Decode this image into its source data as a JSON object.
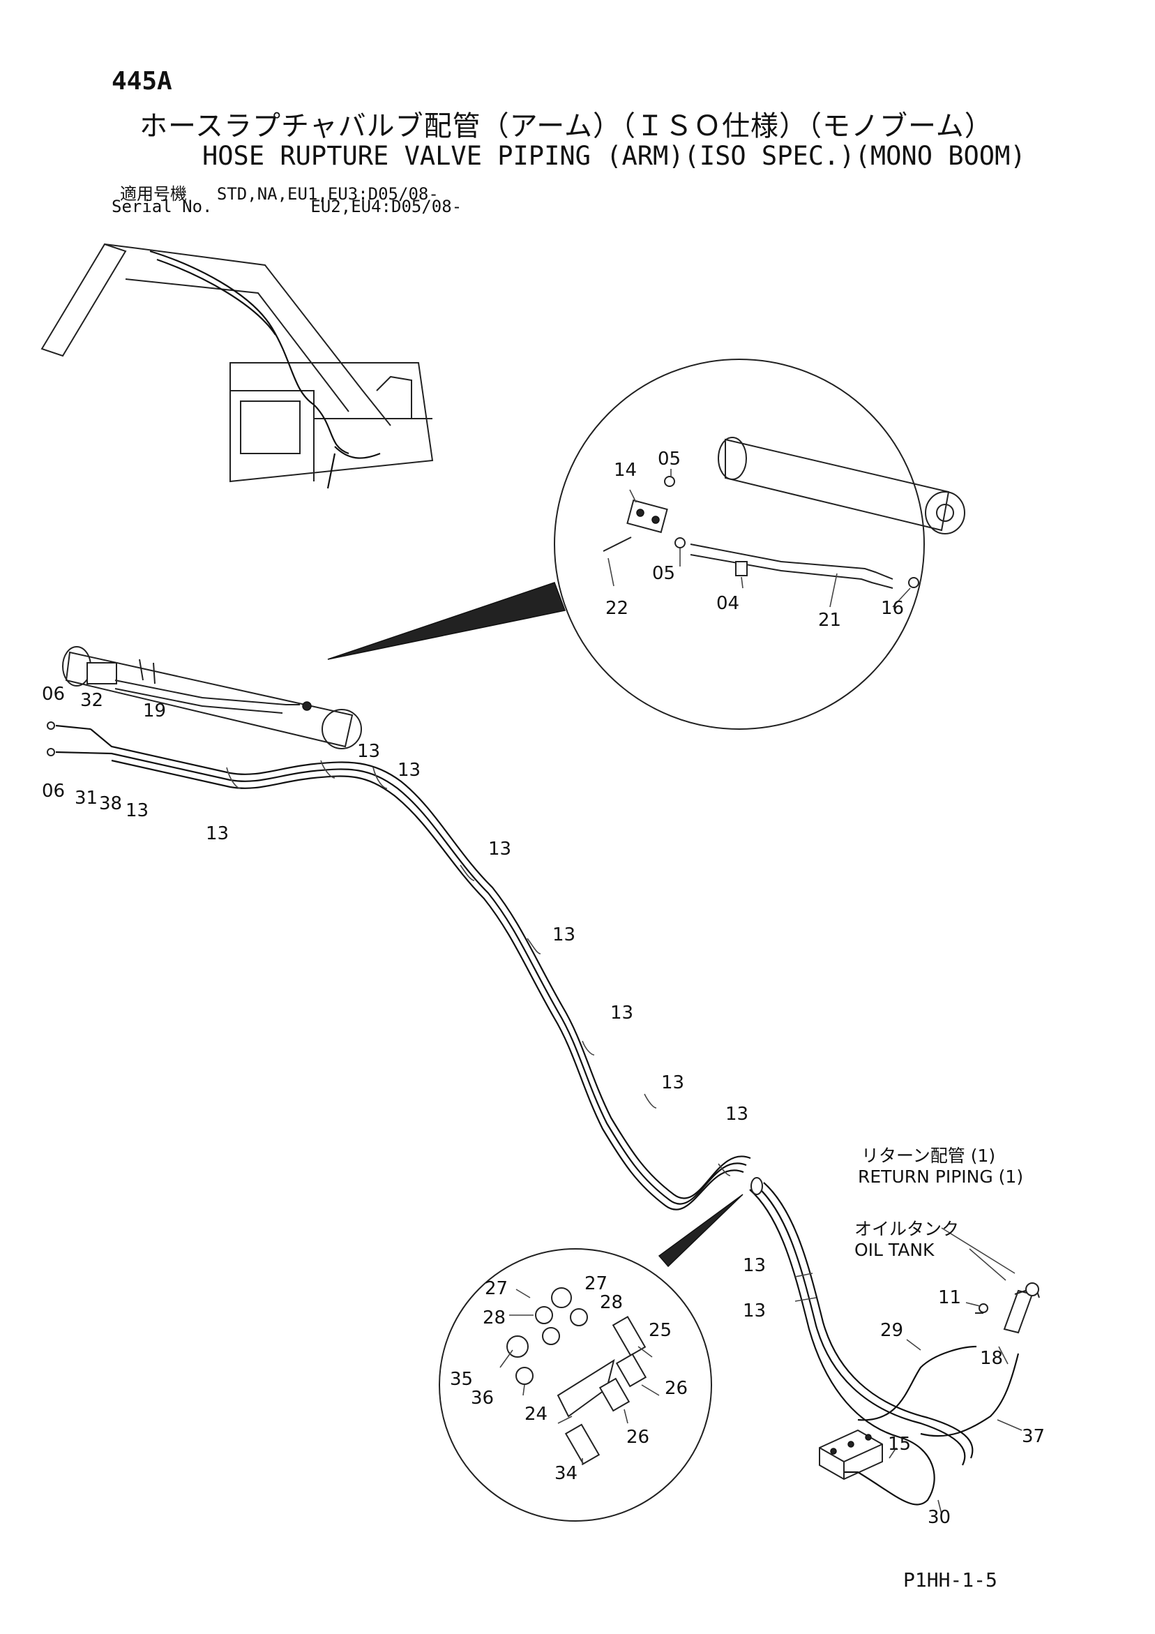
{
  "header": {
    "code": "445A",
    "title_jp": "ホースラプチャバルブ配管（アーム）（ＩＳＯ仕様）（モノブーム）",
    "title_en": "HOSE RUPTURE VALVE PIPING (ARM)(ISO SPEC.)(MONO BOOM)",
    "serial_label_jp": "適用号機",
    "serial_label_en": "Serial No.",
    "serial_line1": "STD,NA,EU1,EU3:D05/08-",
    "serial_line2": "EU2,EU4:D05/08-"
  },
  "notes": {
    "return_jp": "リターン配管 (1)",
    "return_en": "RETURN PIPING (1)",
    "tank_jp": "オイルタンク",
    "tank_en": "OIL TANK"
  },
  "footer": {
    "page_id": "P1HH-1-5"
  },
  "labels": {
    "top_circle": [
      "14",
      "05",
      "05",
      "22",
      "04",
      "21",
      "16"
    ],
    "arm": [
      "06",
      "32",
      "19",
      "06",
      "31",
      "38",
      "13",
      "13"
    ],
    "hose_route": [
      "13",
      "13",
      "13",
      "13",
      "13",
      "13",
      "13",
      "13",
      "13",
      "13"
    ],
    "bottom_circle": [
      "27",
      "28",
      "27",
      "28",
      "25",
      "35",
      "36",
      "24",
      "26",
      "26",
      "34"
    ],
    "tank_area": [
      "11",
      "29",
      "18",
      "37",
      "15",
      "30"
    ]
  }
}
